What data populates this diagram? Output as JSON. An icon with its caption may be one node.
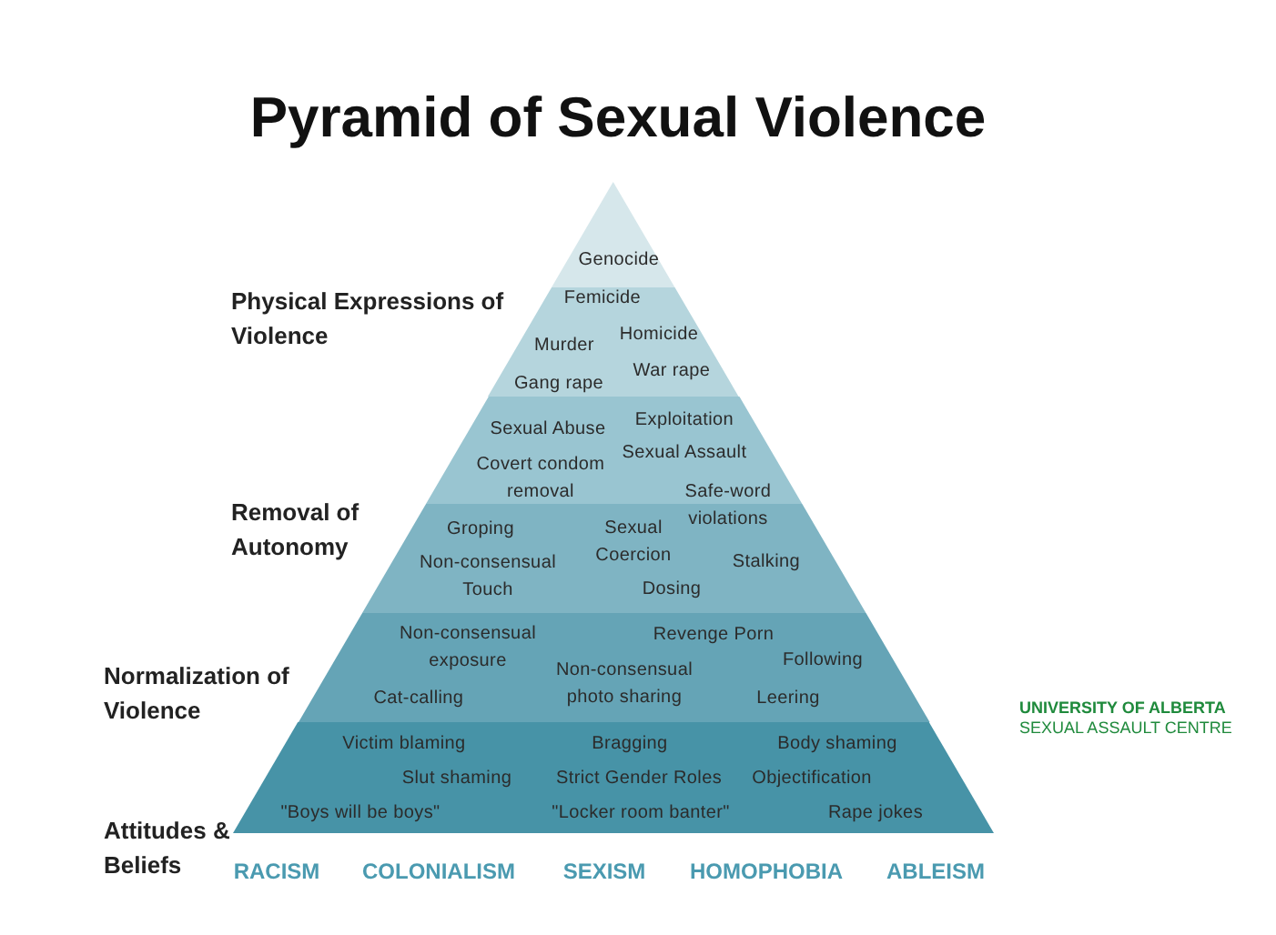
{
  "diagram": {
    "title": "Pyramid of Sexual Violence",
    "nodes": [
      {
        "text": [
          "Genocide"
        ]
      },
      {
        "text": [
          "Femicide",
          "Murder",
          "Homicide",
          "Gang rape",
          "War rape"
        ]
      },
      {
        "text": [
          "Sexual Abuse",
          "Exploitation",
          "Covert condom removal",
          "Sexual Assault"
        ]
      },
      {
        "text": [
          "Safe-word violations",
          "Groping",
          "Non-consensual Touch",
          "Sexual Coercion",
          "Stalking",
          "Dosing"
        ]
      },
      {
        "text": [
          "Non-consensual exposure",
          "Revenge Porn",
          "Following",
          "Non-consensual photo sharing",
          "Cat-calling",
          "Leering"
        ]
      },
      {
        "text": [
          "Victim blaming",
          "Bragging",
          "Body shaming",
          "Slut shaming",
          "Strict Gender Roles",
          "Objectification",
          "\"Boys will be boys\"",
          "\"Locker room banter\"",
          "Rape jokes"
        ]
      }
    ],
    "labels": [
      "Physical Expressions of Violence",
      "Removal of Autonomy",
      "Normalization of Violence",
      "Attitudes & Beliefs",
      "RACISM",
      "COLONIALISM",
      "SEXISM",
      "HOMOPHOBIA",
      "ABLEISM",
      "UNIVERSITY OF ALBERTA",
      "SEXUAL ASSAULT CENTRE"
    ]
  }
}
